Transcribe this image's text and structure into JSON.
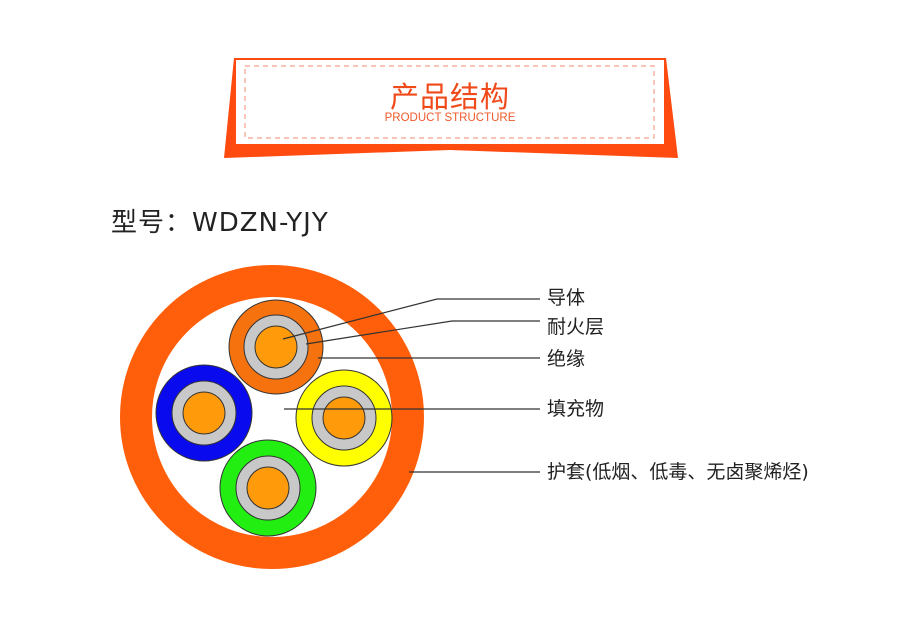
{
  "banner": {
    "title": "产品结构",
    "subtitle": "PRODUCT STRUCTURE",
    "color": "#ff4a10"
  },
  "model": {
    "label": "型号：",
    "value": "WDZN-YJY"
  },
  "legend": {
    "conductor": "导体",
    "fire_layer": "耐火层",
    "insulation": "绝缘",
    "filler": "填充物",
    "sheath": "护套(低烟、低毒、无卤聚烯烃)"
  },
  "colors": {
    "sheath": "#ff5f0a",
    "conductor": "#ff9a0a",
    "fire_layer": "#c8c8c8",
    "insulation_top": "#f5720f",
    "insulation_left": "#0a0aee",
    "insulation_right": "#ffff00",
    "insulation_bottom": "#22ee11"
  }
}
